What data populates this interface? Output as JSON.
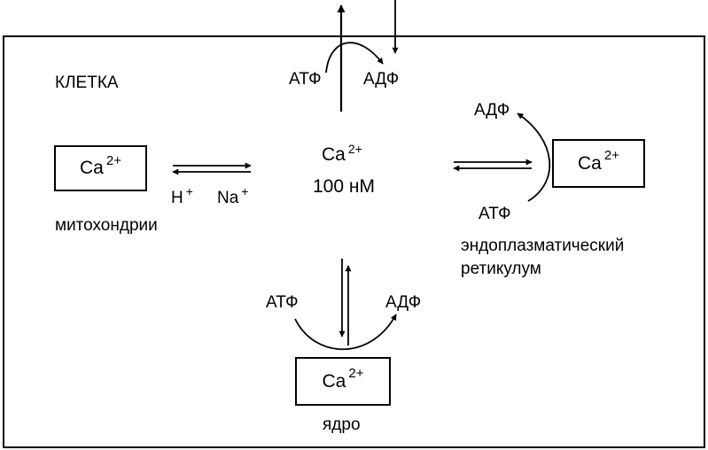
{
  "cell_label": "КЛЕТКА",
  "cytosol": {
    "ion": "Ca",
    "charge": "2+",
    "concentration": "100 нМ"
  },
  "top_pump": {
    "atp": "АТФ",
    "adp": "АДФ"
  },
  "mitochondria": {
    "ion": "Ca",
    "charge": "2+",
    "label": "митохондрии",
    "exchange": [
      {
        "ion": "H",
        "charge": "+"
      },
      {
        "ion": "Na",
        "charge": "+"
      }
    ]
  },
  "er": {
    "ion": "Ca",
    "charge": "2+",
    "label_line1": "эндоплазматический",
    "label_line2": "ретикулум",
    "atp": "АТФ",
    "adp": "АДФ"
  },
  "nucleus": {
    "ion": "Ca",
    "charge": "2+",
    "label": "ядро",
    "atp": "АТФ",
    "adp": "АДФ"
  },
  "colors": {
    "line": "#000000",
    "background": "#ffffff"
  }
}
